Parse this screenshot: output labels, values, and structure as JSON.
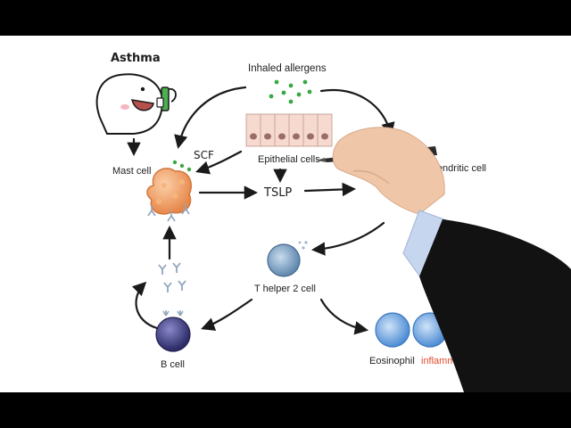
{
  "title": "Asthma",
  "labels": {
    "inhaled_allergens": "Inhaled allergens",
    "epithelial_cells": "Epithelial cells",
    "scf": "SCF",
    "mast_cell": "Mast cell",
    "tslp": "TSLP",
    "dendritic_cell": "Dendritic cell",
    "t_helper_2_cell": "T helper 2 cell",
    "b_cell": "B cell",
    "eosinophil": "Eosinophil",
    "inflammation": "inflammati"
  },
  "colors": {
    "allergen_dots": "#3aa845",
    "mast_cell": "#f4a05a",
    "t_helper_cell": "#7ea7c9",
    "b_cell": "#4a4a8f",
    "eosinophil": "#6fa3e0",
    "epithelium": "#f6d9cf",
    "inflammation_text": "#e04a2a",
    "inhaler": "#4caf50",
    "antibody": "#8fa5bf"
  },
  "icons": [
    "inhaler-icon",
    "person-face-icon",
    "antibody-icon",
    "pen-icon",
    "hand-icon"
  ]
}
